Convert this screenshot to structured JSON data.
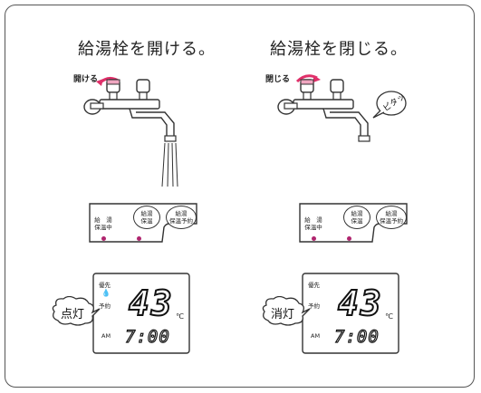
{
  "left": {
    "title": "給湯栓を開ける。",
    "action_label": "開ける",
    "panel": {
      "indicator_label": "給　湯\n保温中",
      "button1_label": "給湯\n保温",
      "button2_label": "給湯\n保温予約"
    },
    "display": {
      "priority": "優先",
      "reserve": "予約",
      "temperature": "43",
      "unit": "℃",
      "ampm": "AM",
      "time": "7:00"
    },
    "callout": "点灯"
  },
  "right": {
    "title": "給湯栓を閉じる。",
    "action_label": "閉じる",
    "sound_effect": "ピタッ",
    "panel": {
      "indicator_label": "給　湯\n保温中",
      "button1_label": "給湯\n保温",
      "button2_label": "給湯\n保温予約"
    },
    "display": {
      "priority": "優先",
      "reserve": "予約",
      "temperature": "43",
      "unit": "℃",
      "ampm": "AM",
      "time": "7:00"
    },
    "callout": "消灯"
  },
  "colors": {
    "arrow_accent": "#e0306a",
    "led": "#b0256e",
    "line": "#333333"
  }
}
